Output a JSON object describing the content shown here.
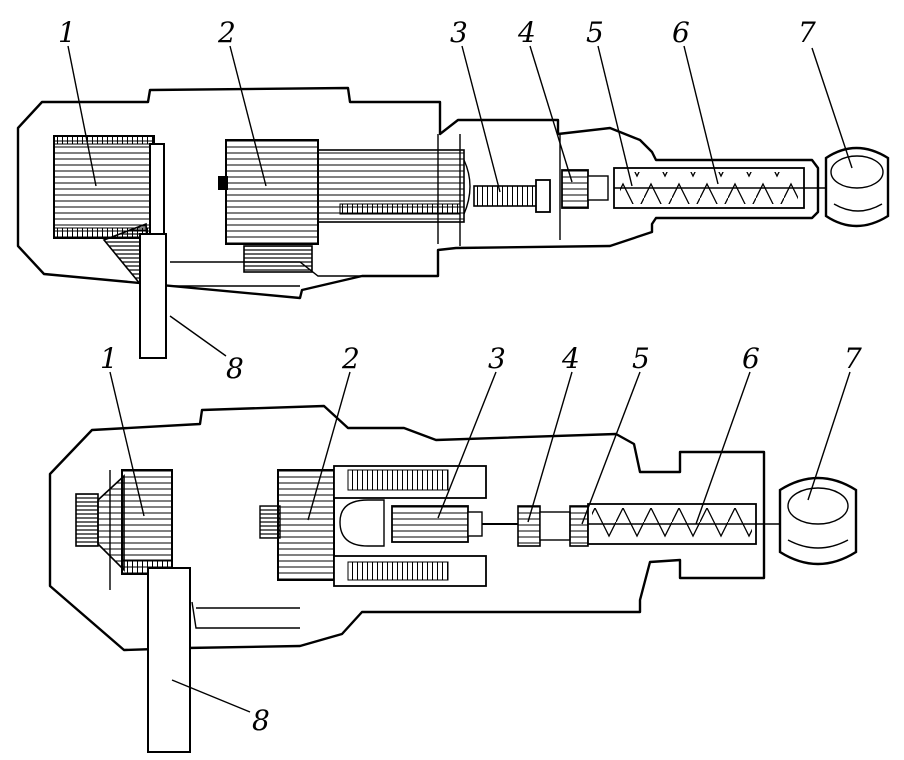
{
  "top_view": {
    "labels": [
      "1",
      "2",
      "3",
      "4",
      "5",
      "6",
      "7",
      "8"
    ]
  },
  "bottom_view": {
    "labels": [
      "1",
      "2",
      "3",
      "4",
      "5",
      "6",
      "7",
      "8"
    ]
  }
}
